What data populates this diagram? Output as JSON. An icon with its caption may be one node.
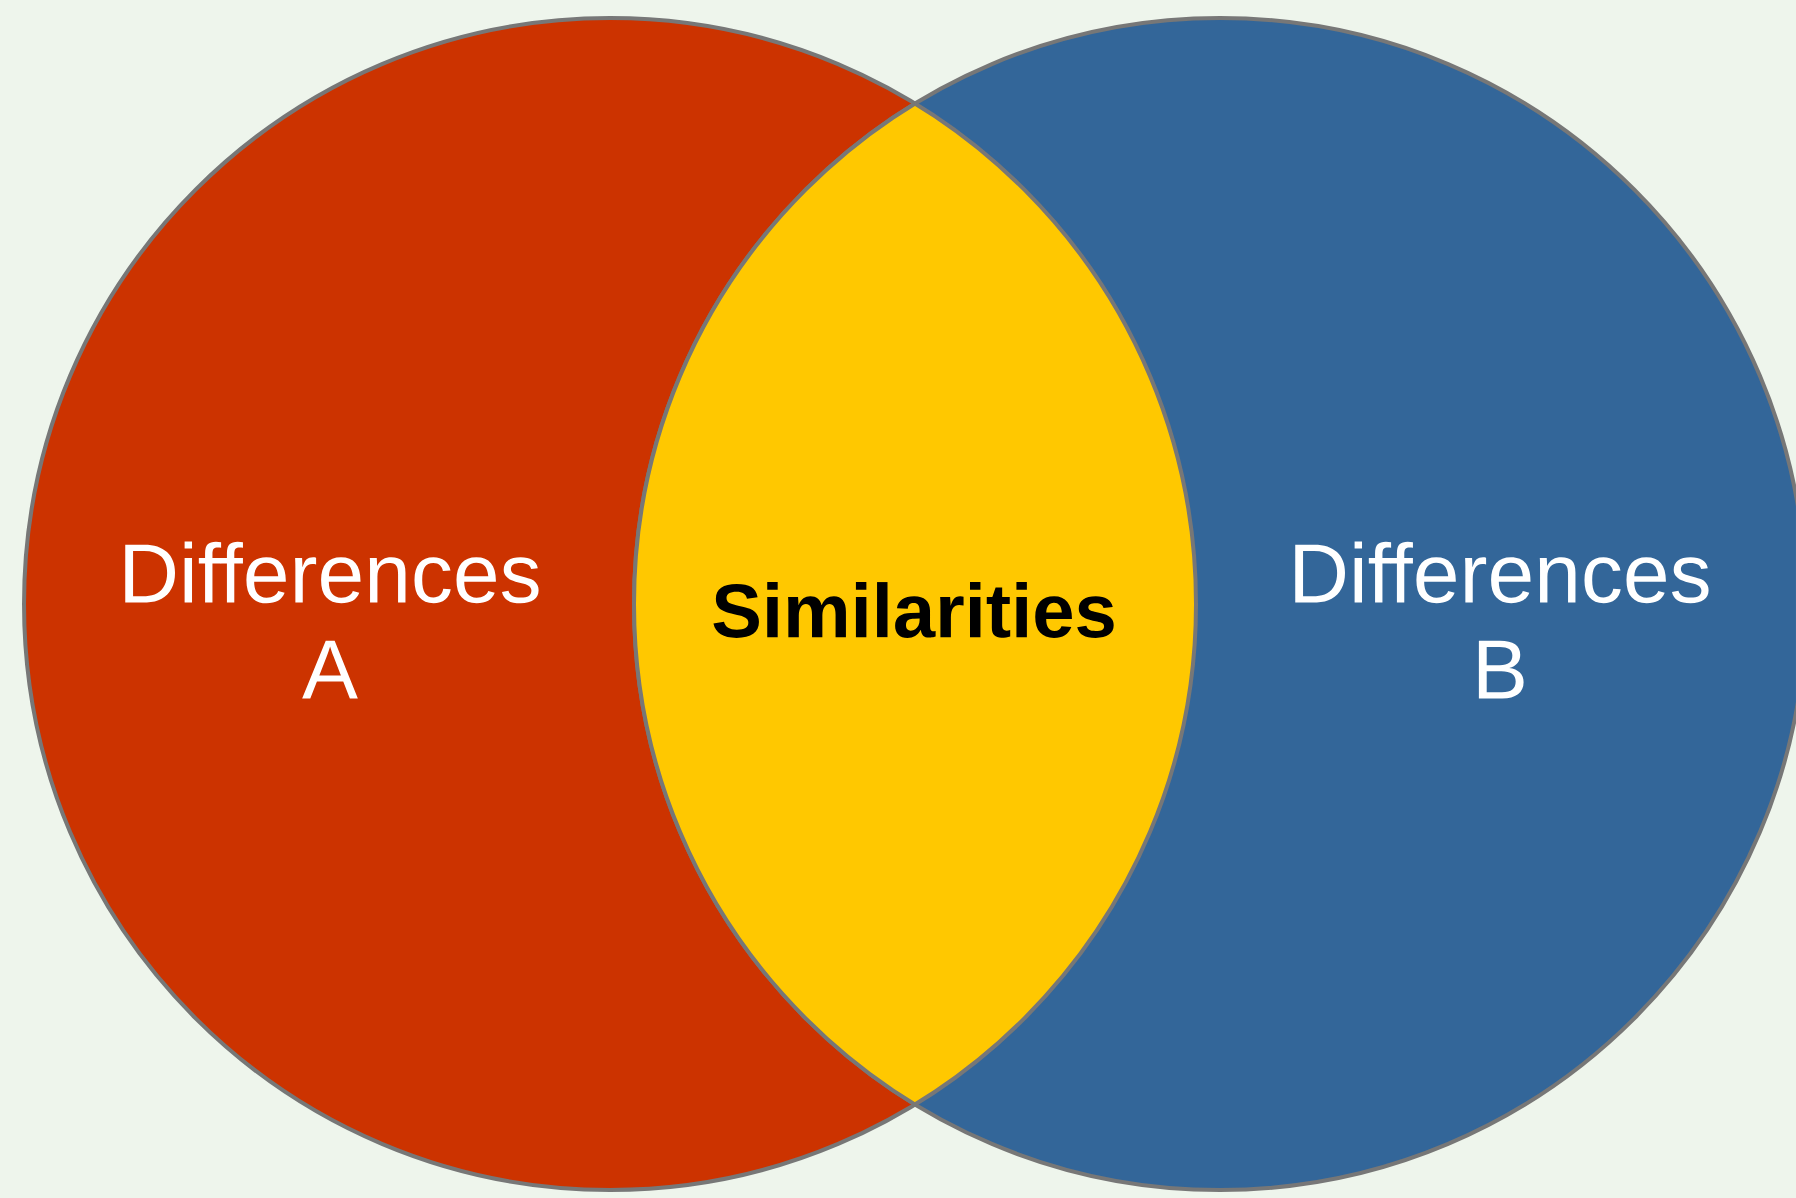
{
  "diagram": {
    "nodes": [
      {
        "text": [
          "Differences A"
        ]
      },
      {
        "text": [
          "Differences B"
        ]
      },
      {
        "text": [
          "Similarities"
        ]
      }
    ]
  }
}
